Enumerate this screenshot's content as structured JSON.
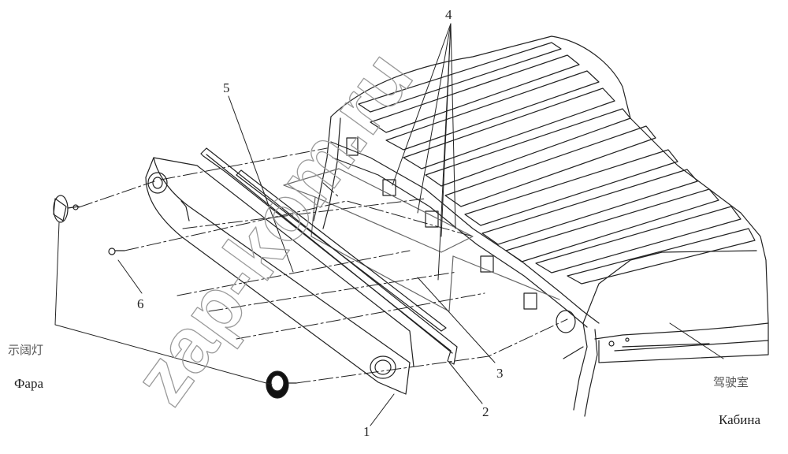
{
  "callouts": {
    "c1": "1",
    "c2": "2",
    "c3": "3",
    "c4": "4",
    "c5": "5",
    "c6": "6"
  },
  "labels": {
    "lamp_cn": "示阔灯",
    "lamp_ru": "Фара",
    "cab_cn": "驾驶室",
    "cab_ru": "Кабина"
  },
  "watermark": "zap-kom.ru",
  "colors": {
    "line": "#222222",
    "label": "#222222",
    "watermark": "#9a9a9a"
  }
}
